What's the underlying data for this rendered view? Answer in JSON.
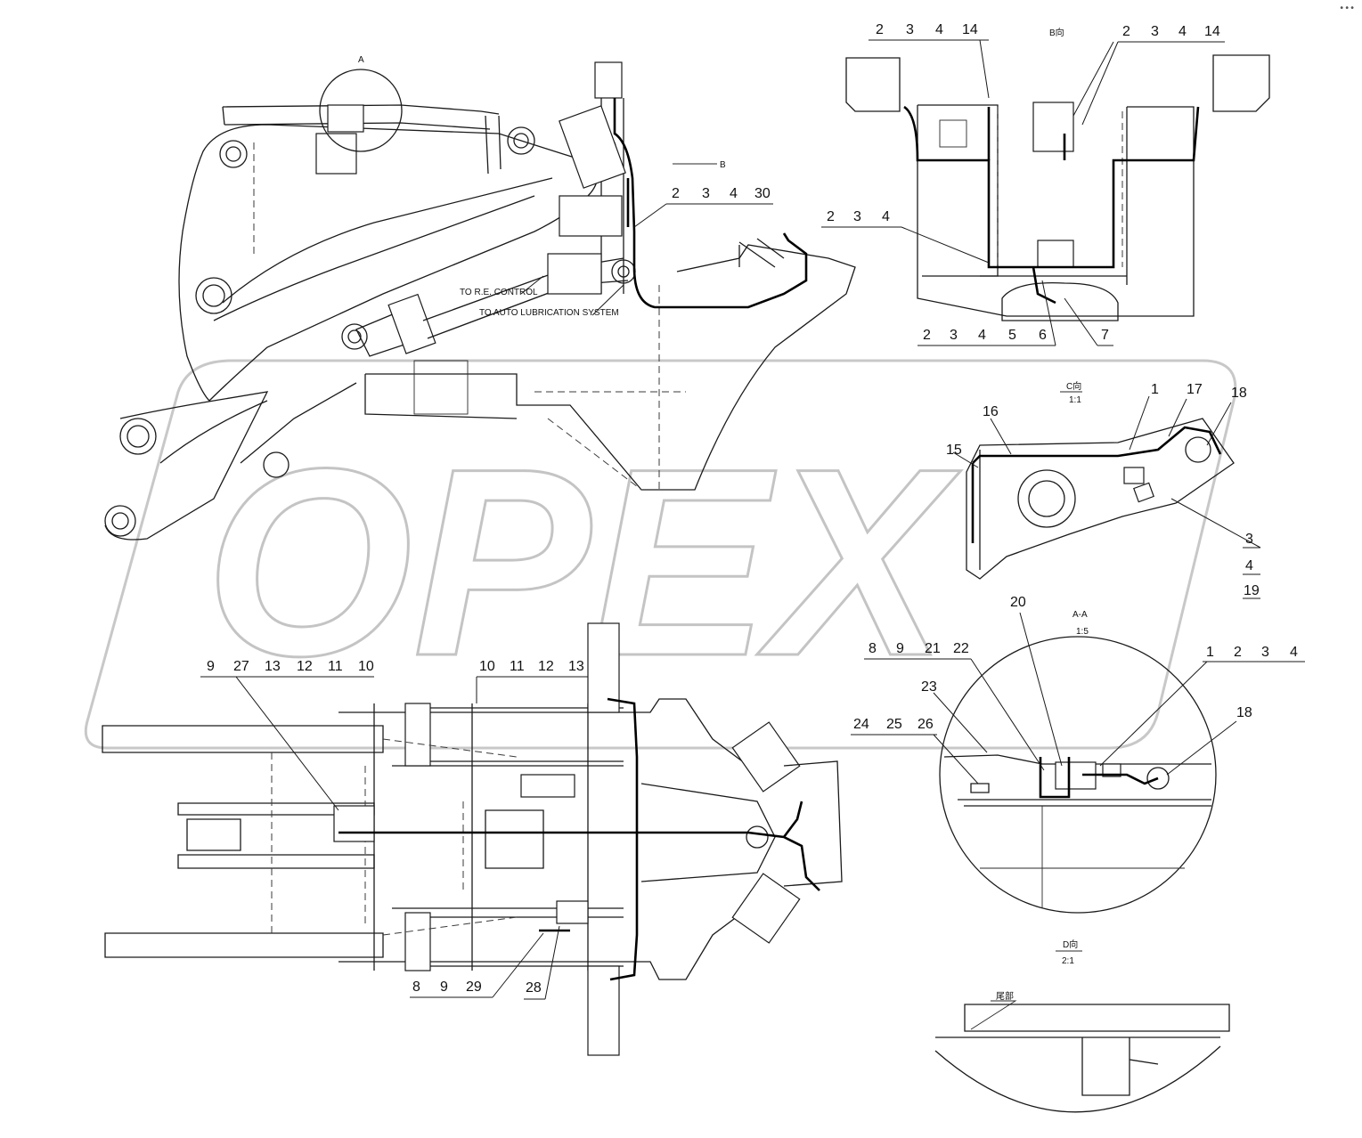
{
  "watermark": "OPEX",
  "toolbar_icons": "•••",
  "notes": {
    "to_control": "TO R.E. CONTROL",
    "to_lube": "TO AUTO LUBRICATION SYSTEM",
    "view_a": "A",
    "view_b": "B",
    "view_b_dir": "B向",
    "view_c": "C向",
    "view_c_scale": "1:1",
    "view_aa": "A-A",
    "view_aa_scale": "1:5",
    "view_d": "D向",
    "view_d_scale": "2:1",
    "view_d_tag": "尾部"
  },
  "callouts": {
    "top_mid": [
      "2",
      "3",
      "4",
      "30"
    ],
    "side_mid": [
      "2",
      "3",
      "4"
    ],
    "b_left": [
      "2",
      "3",
      "4",
      "14"
    ],
    "b_right": [
      "2",
      "3",
      "4",
      "14"
    ],
    "b_bottom": [
      "2",
      "3",
      "4",
      "5",
      "6"
    ],
    "b_seven": "7",
    "c_one": "1",
    "c_seventeen": "17",
    "c_eighteen": "18",
    "c_sixteen": "16",
    "c_fifteen": "15",
    "c_stack": [
      "3",
      "4",
      "19"
    ],
    "aa_twenty": "20",
    "aa_mid": [
      "8",
      "9",
      "21",
      "22"
    ],
    "aa_right": [
      "1",
      "2",
      "3",
      "4"
    ],
    "aa_eighteen": "18",
    "aa_twentythree": "23",
    "aa_left": [
      "24",
      "25",
      "26"
    ],
    "plan_left": [
      "9",
      "27",
      "13",
      "12",
      "11",
      "10"
    ],
    "plan_mid": [
      "10",
      "11",
      "12",
      "13"
    ],
    "plan_bottom": [
      "8",
      "9",
      "29"
    ],
    "plan_twentyeight": "28"
  }
}
